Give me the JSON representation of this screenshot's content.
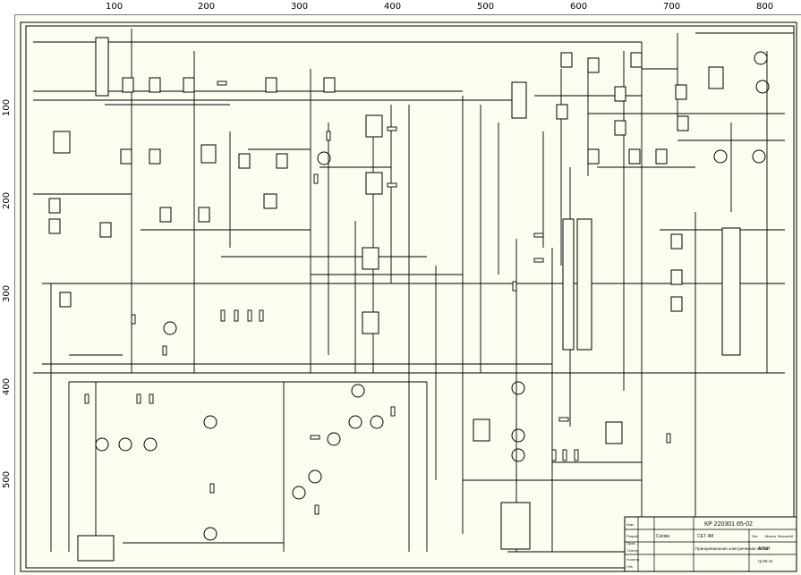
{
  "ruler": {
    "top_ticks": [
      "100",
      "200",
      "300",
      "400",
      "500",
      "600",
      "700",
      "800"
    ],
    "left_ticks": [
      "100",
      "200",
      "300",
      "400",
      "500"
    ]
  },
  "title_block": {
    "doc_number": "КР 220301 65-02",
    "sheet_label": "Схема",
    "diagram_title": "Принципиальная электрическая схема",
    "org": "АГНИ",
    "group": "гр.65-11",
    "code": "СЕТ 4М",
    "headers": [
      "Лит.",
      "Масса",
      "Масштаб"
    ],
    "roles": [
      "Изм.",
      "Разраб.",
      "Пров.",
      "Т.контр.",
      "Н.контр.",
      "Утв."
    ]
  },
  "colors": {
    "sheet_bg": "#fcfcf0",
    "line": "#000000",
    "ruler_accent": "#1a3fd1"
  }
}
